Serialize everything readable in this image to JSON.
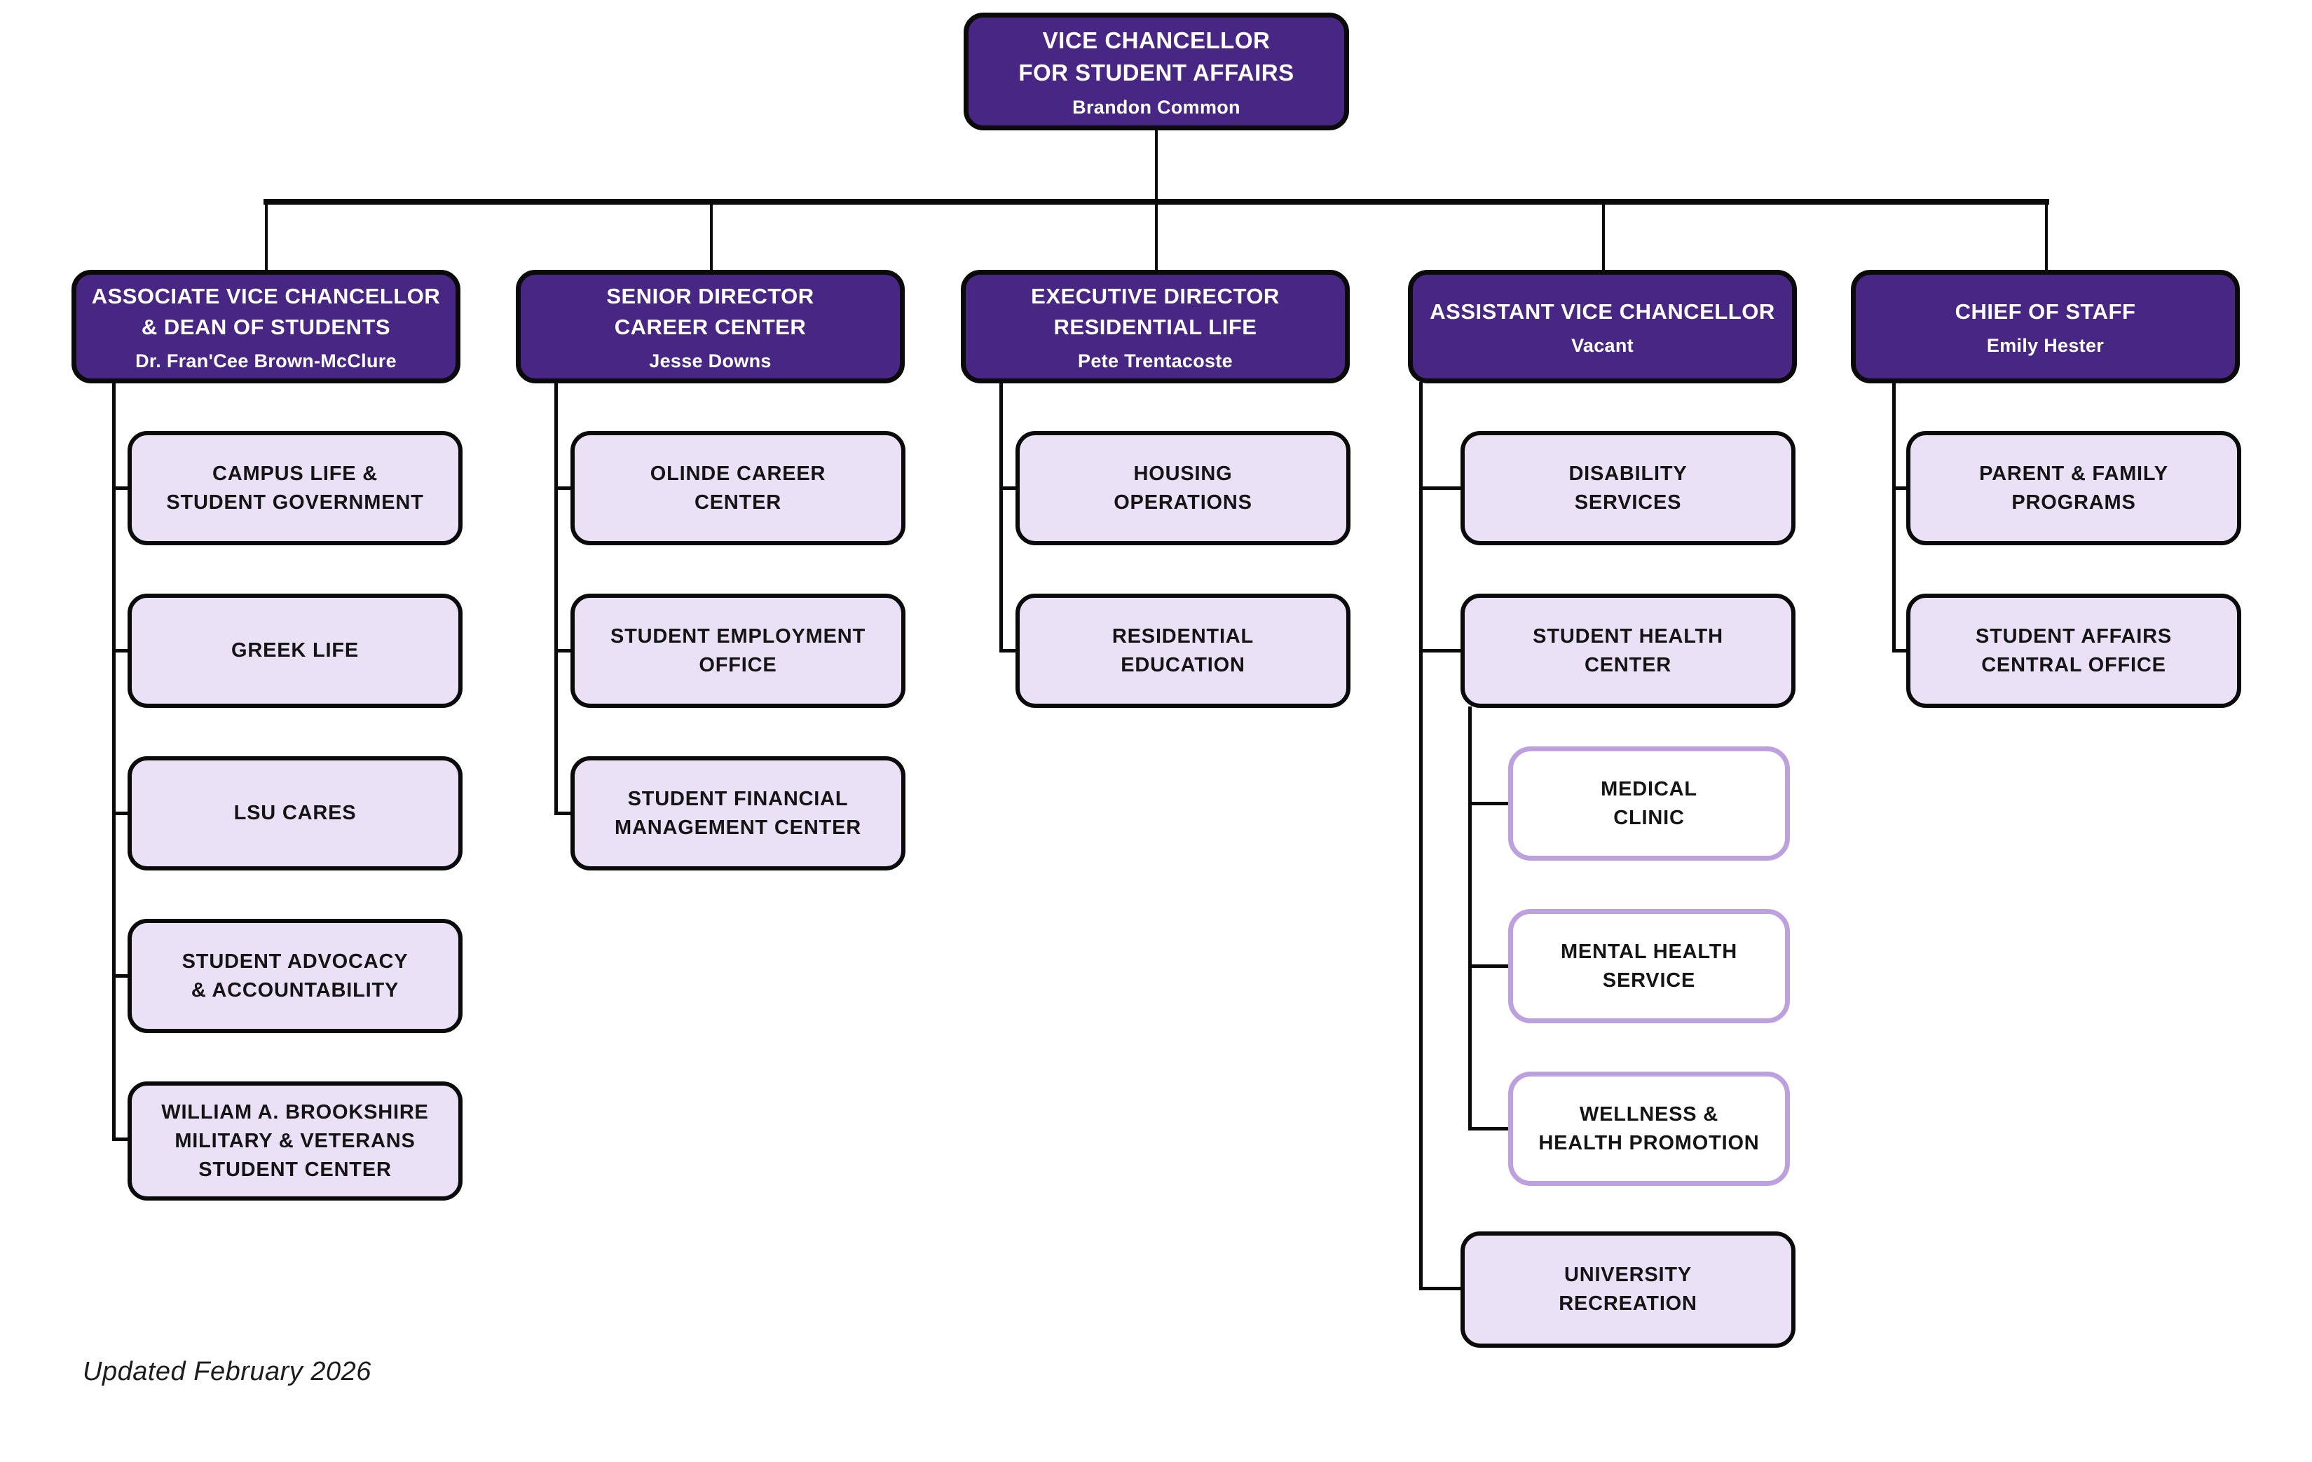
{
  "colors": {
    "dark_purple_fill": "#482683",
    "lavender_fill": "#EAE1F6",
    "sub_box_border": "#BCA1DE",
    "line_black": "#0a0a0a",
    "background": "#ffffff"
  },
  "root": {
    "title": "VICE CHANCELLOR\nFOR STUDENT AFFAIRS",
    "name": "Brandon Common"
  },
  "branches": [
    {
      "title": "ASSOCIATE VICE CHANCELLOR\n& DEAN OF STUDENTS",
      "name": "Dr. Fran'Cee Brown-McClure",
      "children": [
        {
          "label": "CAMPUS LIFE &\nSTUDENT GOVERNMENT"
        },
        {
          "label": "GREEK LIFE"
        },
        {
          "label": "LSU CARES"
        },
        {
          "label": "STUDENT ADVOCACY\n& ACCOUNTABILITY"
        },
        {
          "label": "WILLIAM A. BROOKSHIRE\nMILITARY & VETERANS\nSTUDENT CENTER"
        }
      ]
    },
    {
      "title": "SENIOR DIRECTOR\nCAREER CENTER",
      "name": "Jesse Downs",
      "children": [
        {
          "label": "OLINDE CAREER\nCENTER"
        },
        {
          "label": "STUDENT EMPLOYMENT\nOFFICE"
        },
        {
          "label": "STUDENT FINANCIAL\nMANAGEMENT CENTER"
        }
      ]
    },
    {
      "title": "EXECUTIVE DIRECTOR\nRESIDENTIAL LIFE",
      "name": "Pete Trentacoste",
      "children": [
        {
          "label": "HOUSING\nOPERATIONS"
        },
        {
          "label": "RESIDENTIAL\nEDUCATION"
        }
      ]
    },
    {
      "title": "ASSISTANT VICE CHANCELLOR",
      "name": "Vacant",
      "children": [
        {
          "label": "DISABILITY\nSERVICES"
        },
        {
          "label": "STUDENT HEALTH\nCENTER",
          "children": [
            {
              "label": "MEDICAL\nCLINIC"
            },
            {
              "label": "MENTAL HEALTH\nSERVICE"
            },
            {
              "label": "WELLNESS &\nHEALTH PROMOTION"
            }
          ]
        },
        {
          "label": "UNIVERSITY\nRECREATION"
        }
      ]
    },
    {
      "title": "CHIEF OF STAFF",
      "name": "Emily Hester",
      "children": [
        {
          "label": "PARENT & FAMILY\nPROGRAMS"
        },
        {
          "label": "STUDENT AFFAIRS\nCENTRAL OFFICE"
        }
      ]
    }
  ],
  "footer": {
    "updated": "Updated February 2026"
  }
}
